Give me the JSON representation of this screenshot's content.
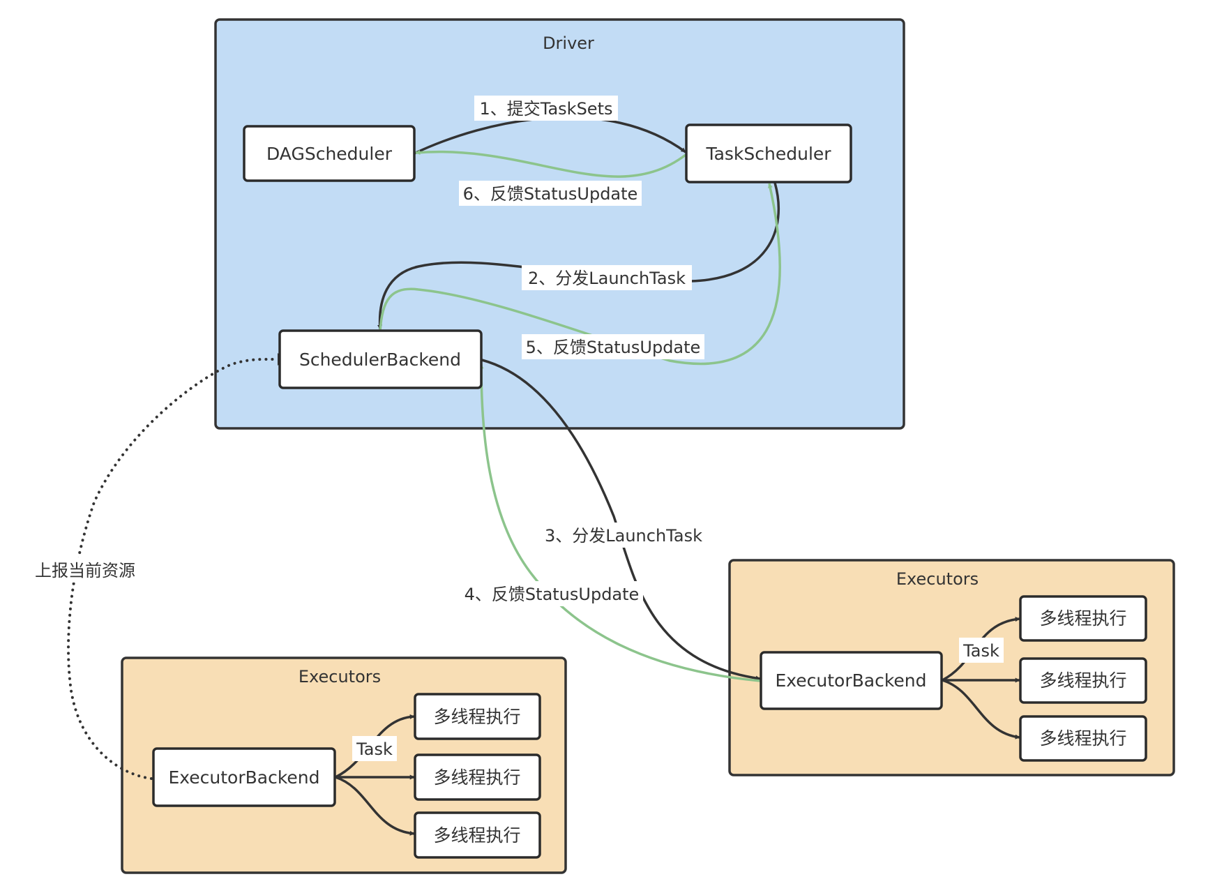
{
  "colors": {
    "driver_fill": "#c2dcf5",
    "executor_fill": "#f8deb5",
    "node_fill": "#ffffff",
    "dark_edge": "#333333",
    "green_edge": "#8cc48c"
  },
  "driver": {
    "title": "Driver",
    "dag_scheduler": "DAGScheduler",
    "task_scheduler": "TaskScheduler",
    "scheduler_backend": "SchedulerBackend"
  },
  "edges": {
    "submit_tasksets": "1、提交TaskSets",
    "dispatch_launch_task_driver": "2、分发LaunchTask",
    "dispatch_launch_task_executor": "3、分发LaunchTask",
    "feedback_status_executor": "4、反馈StatusUpdate",
    "feedback_status_backend": "5、反馈StatusUpdate",
    "feedback_status_dag": "6、反馈StatusUpdate",
    "report_resources": "上报当前资源"
  },
  "executor_left": {
    "title": "Executors",
    "backend": "ExecutorBackend",
    "task_label": "Task",
    "workers": [
      "多线程执行",
      "多线程执行",
      "多线程执行"
    ]
  },
  "executor_right": {
    "title": "Executors",
    "backend": "ExecutorBackend",
    "task_label": "Task",
    "workers": [
      "多线程执行",
      "多线程执行",
      "多线程执行"
    ]
  }
}
